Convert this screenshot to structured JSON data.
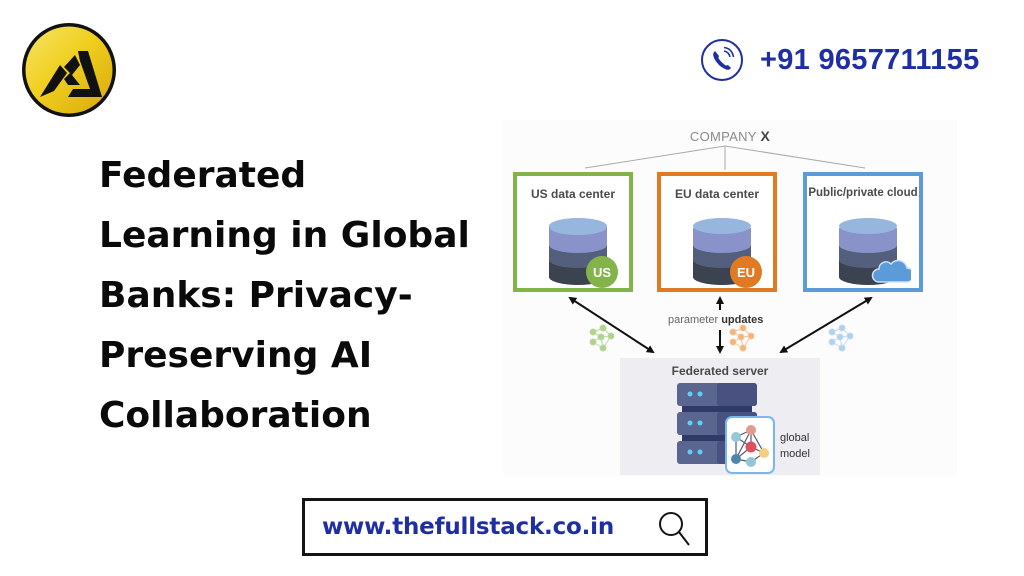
{
  "brand": {
    "logo_icon": "triangle-sf-monogram-gold-coin",
    "colors": {
      "gold": "#f2d02a",
      "navy": "#1f2fa3",
      "black": "#0a0a0a"
    }
  },
  "contact": {
    "phone_icon": "phone-call-icon",
    "phone_number": "+91 9657711155"
  },
  "headline": {
    "lines": [
      "Federated",
      "Learning in Global",
      "Banks: Privacy-",
      "Preserving AI",
      "Collaboration"
    ]
  },
  "diagram": {
    "company_label": "COMPANY",
    "company_mark": "X",
    "nodes": [
      {
        "label": "US data center",
        "badge": "US",
        "border_color": "#84b34a",
        "badge_color": "#84b34a"
      },
      {
        "label": "EU data center",
        "badge": "EU",
        "border_color": "#e07b24",
        "badge_color": "#e07b24"
      },
      {
        "label": "Public/private cloud",
        "badge": "cloud-icon",
        "border_color": "#5b9bd9",
        "badge_color": "#5b9bd9"
      }
    ],
    "edge_label_prefix": "parameter",
    "edge_label_bold": "updates",
    "server": {
      "title": "Federated server",
      "model_label_line1": "global",
      "model_label_line2": "model"
    }
  },
  "footer": {
    "url": "www.thefullstack.co.in",
    "search_icon": "magnifier-icon"
  }
}
